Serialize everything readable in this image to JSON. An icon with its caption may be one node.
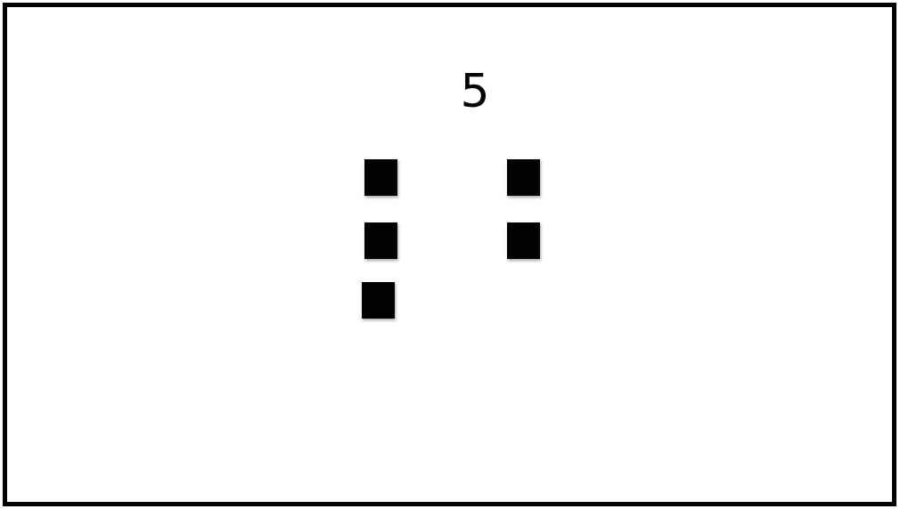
{
  "diagram": {
    "nodes": [
      {
        "text": [],
        "shape": "box"
      },
      {
        "text": [],
        "shape": "box"
      },
      {
        "text": [],
        "shape": "box"
      },
      {
        "text": [],
        "shape": "box"
      },
      {
        "text": [],
        "shape": "box"
      }
    ],
    "labels": [
      "5"
    ]
  }
}
